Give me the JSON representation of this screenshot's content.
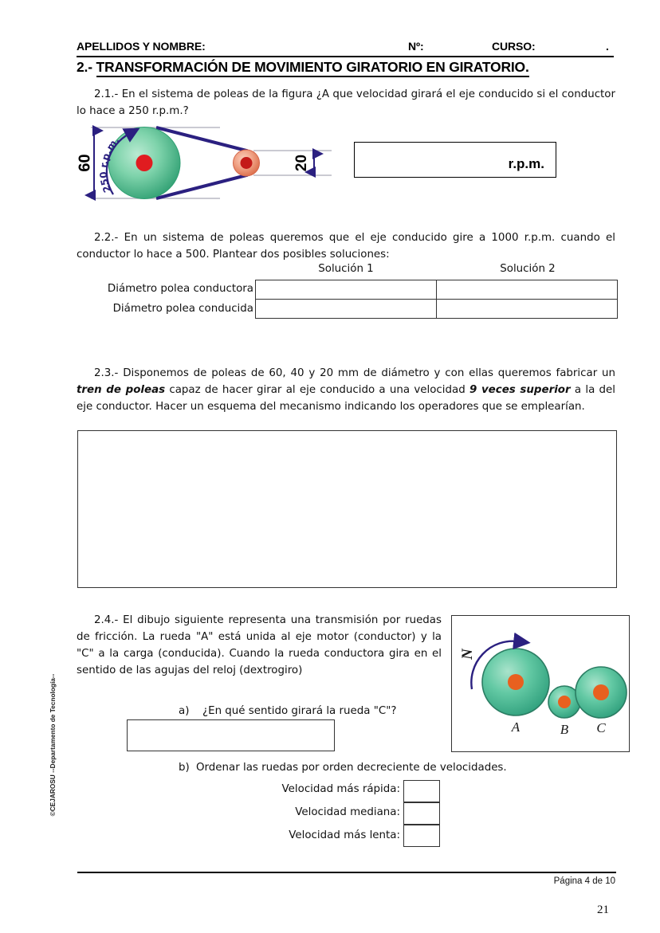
{
  "header": {
    "apellidos_label": "APELLIDOS Y NOMBRE:",
    "numero_label": "Nº:",
    "curso_label": "CURSO:",
    "trailing_dot": ".",
    "section_number": "2.- ",
    "section_title": "TRANSFORMACIÓN DE MOVIMIENTO GIRATORIO EN GIRATORIO."
  },
  "ex21": {
    "number": "2.1.-",
    "text": "2.1.- En el sistema de poleas de la figura ¿A que velocidad girará el eje conducido si el conductor lo hace a 250 r.p.m.?",
    "answer_unit": "r.p.m.",
    "figure": {
      "driver_diameter_label": "60",
      "driven_diameter_label": "20",
      "speed_label": "250 r.p.m.",
      "belt_color": "#2b2080",
      "driver_fill_center": "#9fe0c0",
      "driver_fill_edge": "#2f9f72",
      "driver_hub": "#e01c20",
      "driven_fill_center": "#f5b49a",
      "driven_fill_edge": "#e2714f",
      "driven_hub": "#c41a18"
    }
  },
  "ex22": {
    "text": "2.2.- En un sistema de poleas queremos que el eje conducido gire a 1000 r.p.m. cuando el conductor lo hace a 500. Plantear dos posibles soluciones:",
    "col_headers": [
      "Solución 1",
      "Solución 2"
    ],
    "row_labels": [
      "Diámetro polea conductora",
      "Diámetro polea conducida"
    ],
    "cells": [
      [
        "",
        ""
      ],
      [
        "",
        ""
      ]
    ]
  },
  "ex23": {
    "text_part1": "2.3.- Disponemos de poleas de 60, 40 y 20 mm de diámetro y con ellas queremos fabricar un ",
    "emph1": "tren de poleas",
    "text_part2": " capaz de hacer girar al eje conducido a una velocidad ",
    "emph2": "9 veces superior",
    "text_part3": " a la del eje conductor. Hacer un esquema del mecanismo indicando los operadores que se emplearían.",
    "answer_box": ""
  },
  "ex24": {
    "text": "2.4.- El dibujo siguiente representa una transmisión por ruedas de fricción. La rueda \"A\" está unida al eje motor (conductor) y la \"C\" a la carga (conducida). Cuando la rueda conductora gira en el sentido de las agujas del reloj (dextrogiro)",
    "question_a_marker": "a)",
    "question_a": "¿En qué sentido girará la rueda \"C\"?",
    "answer_a": "",
    "question_b_marker": "b)",
    "question_b": "Ordenar las ruedas por orden decreciente de velocidades.",
    "speed_rows": [
      {
        "label": "Velocidad más rápida:",
        "value": ""
      },
      {
        "label": "Velocidad mediana:",
        "value": ""
      },
      {
        "label": "Velocidad más lenta:",
        "value": ""
      }
    ],
    "figure": {
      "wheel_labels": [
        "A",
        "B",
        "C"
      ],
      "rotation_label": "N",
      "wheel_fill_center": "#7fd6b2",
      "wheel_fill_edge": "#2f9f7c",
      "wheel_hub": "#e8601f",
      "arrow_color": "#2b2080"
    }
  },
  "sidebar": {
    "credit": "©CEJAROSU  --Departamento de Tecnología--"
  },
  "footer": {
    "page_label": "Página 4 de 10",
    "page_number": "21"
  }
}
